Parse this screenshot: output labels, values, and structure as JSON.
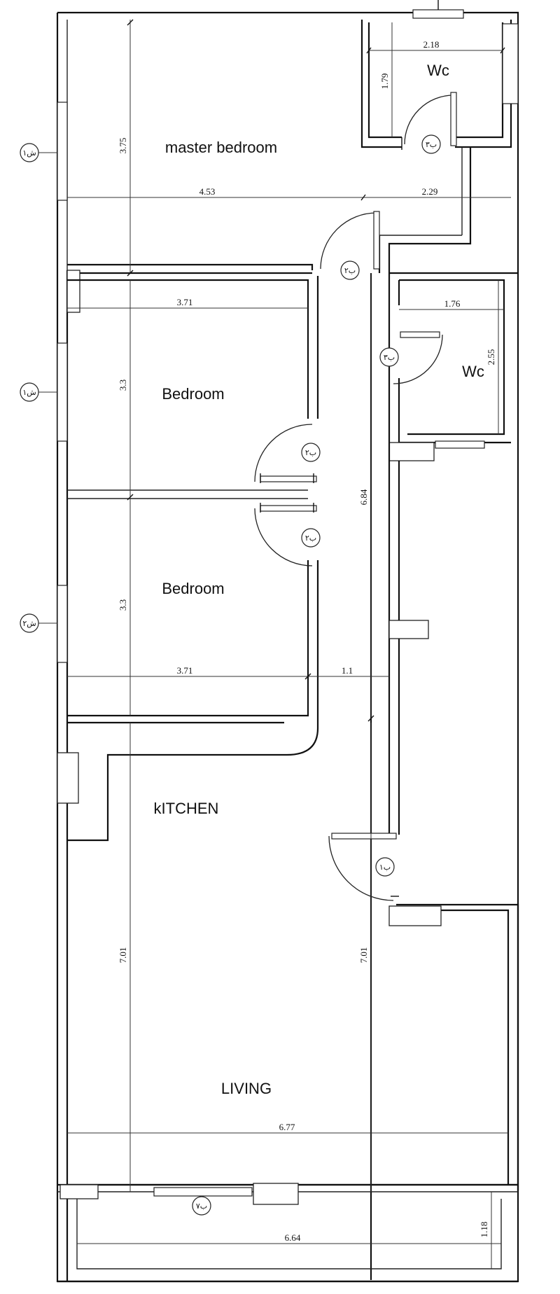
{
  "rooms": {
    "master_bedroom": "master bedroom",
    "wc_top": "Wc",
    "wc_mid": "Wc",
    "bedroom_1": "Bedroom",
    "bedroom_2": "Bedroom",
    "kitchen": "kITCHEN",
    "living": "LIVING"
  },
  "dimensions": {
    "wc_top_width": "2.18",
    "wc_top_height": "1.79",
    "master_height": "3.75",
    "master_width": "4.53",
    "master_right": "2.29",
    "bed1_width": "3.71",
    "bed1_height": "3.3",
    "wc_mid_width": "1.76",
    "wc_mid_height": "2.55",
    "corridor_length": "6.84",
    "bed2_height": "3.3",
    "bed2_width": "3.71",
    "corridor_width": "1.1",
    "kitchen_height": "7.01",
    "living_height": "7.01",
    "living_width": "6.77",
    "balcony_height": "1.18",
    "balcony_width": "6.64"
  },
  "tags": {
    "window_1": "ش۱",
    "window_2": "ش۱",
    "window_3": "ش۲",
    "door_wc_top": "ب۳",
    "door_master": "ب۲",
    "door_wc_mid": "ب۳",
    "door_bed1": "ب۲",
    "door_bed2": "ب۲",
    "door_entry": "ب۱",
    "door_balcony": "ب۷"
  }
}
